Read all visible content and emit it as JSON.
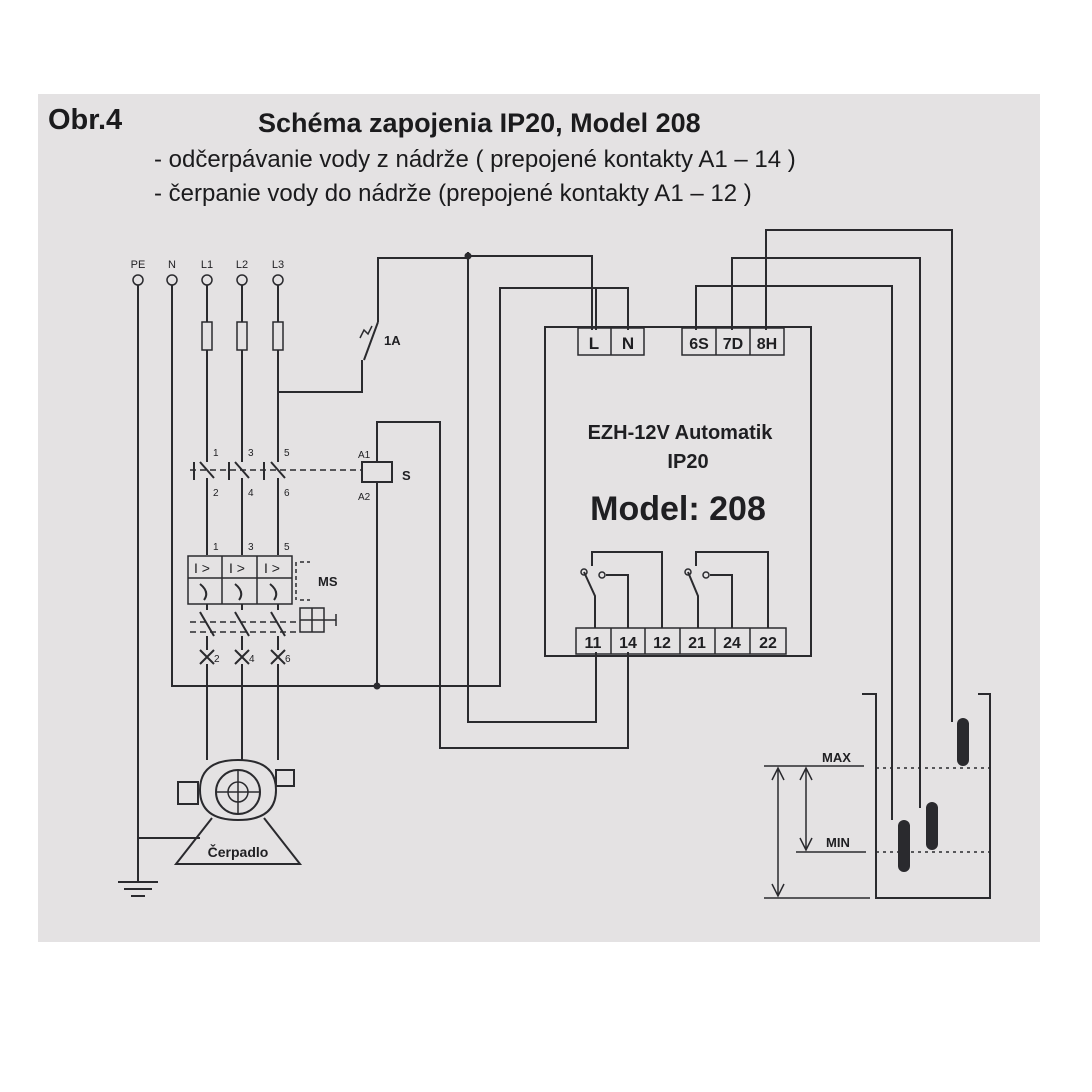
{
  "header": {
    "figure_label": "Obr.4",
    "title": "Schéma zapojenia IP20,  Model 208",
    "line1": "- odčerpávanie vody z nádrže ( prepojené kontakty A1 – 14 )",
    "line2": "- čerpanie vody do nádrže (prepojené kontakty A1 – 12 )"
  },
  "supply": {
    "pe": "PE",
    "n": "N",
    "l1": "L1",
    "l2": "L2",
    "l3": "L3"
  },
  "breaker": {
    "label": "1A"
  },
  "contactor": {
    "a1": "A1",
    "a2": "A2",
    "name": "S",
    "top": [
      "1",
      "3",
      "5"
    ],
    "bottom": [
      "2",
      "4",
      "6"
    ]
  },
  "motor_switch": {
    "label": "MS",
    "top": [
      "1",
      "3",
      "5"
    ],
    "trip": [
      "I >",
      "I >",
      "I >"
    ],
    "out": [
      "2",
      "4",
      "6"
    ]
  },
  "device": {
    "name": "EZH-12V Automatik",
    "ip": "IP20",
    "model": "Model: 208",
    "top_terminals": [
      "L",
      "N",
      "6S",
      "7D",
      "8H"
    ],
    "bottom_terminals": [
      "11",
      "14",
      "12",
      "21",
      "24",
      "22"
    ]
  },
  "pump": {
    "label": "Čerpadlo"
  },
  "tank": {
    "max": "MAX",
    "min": "MIN"
  }
}
